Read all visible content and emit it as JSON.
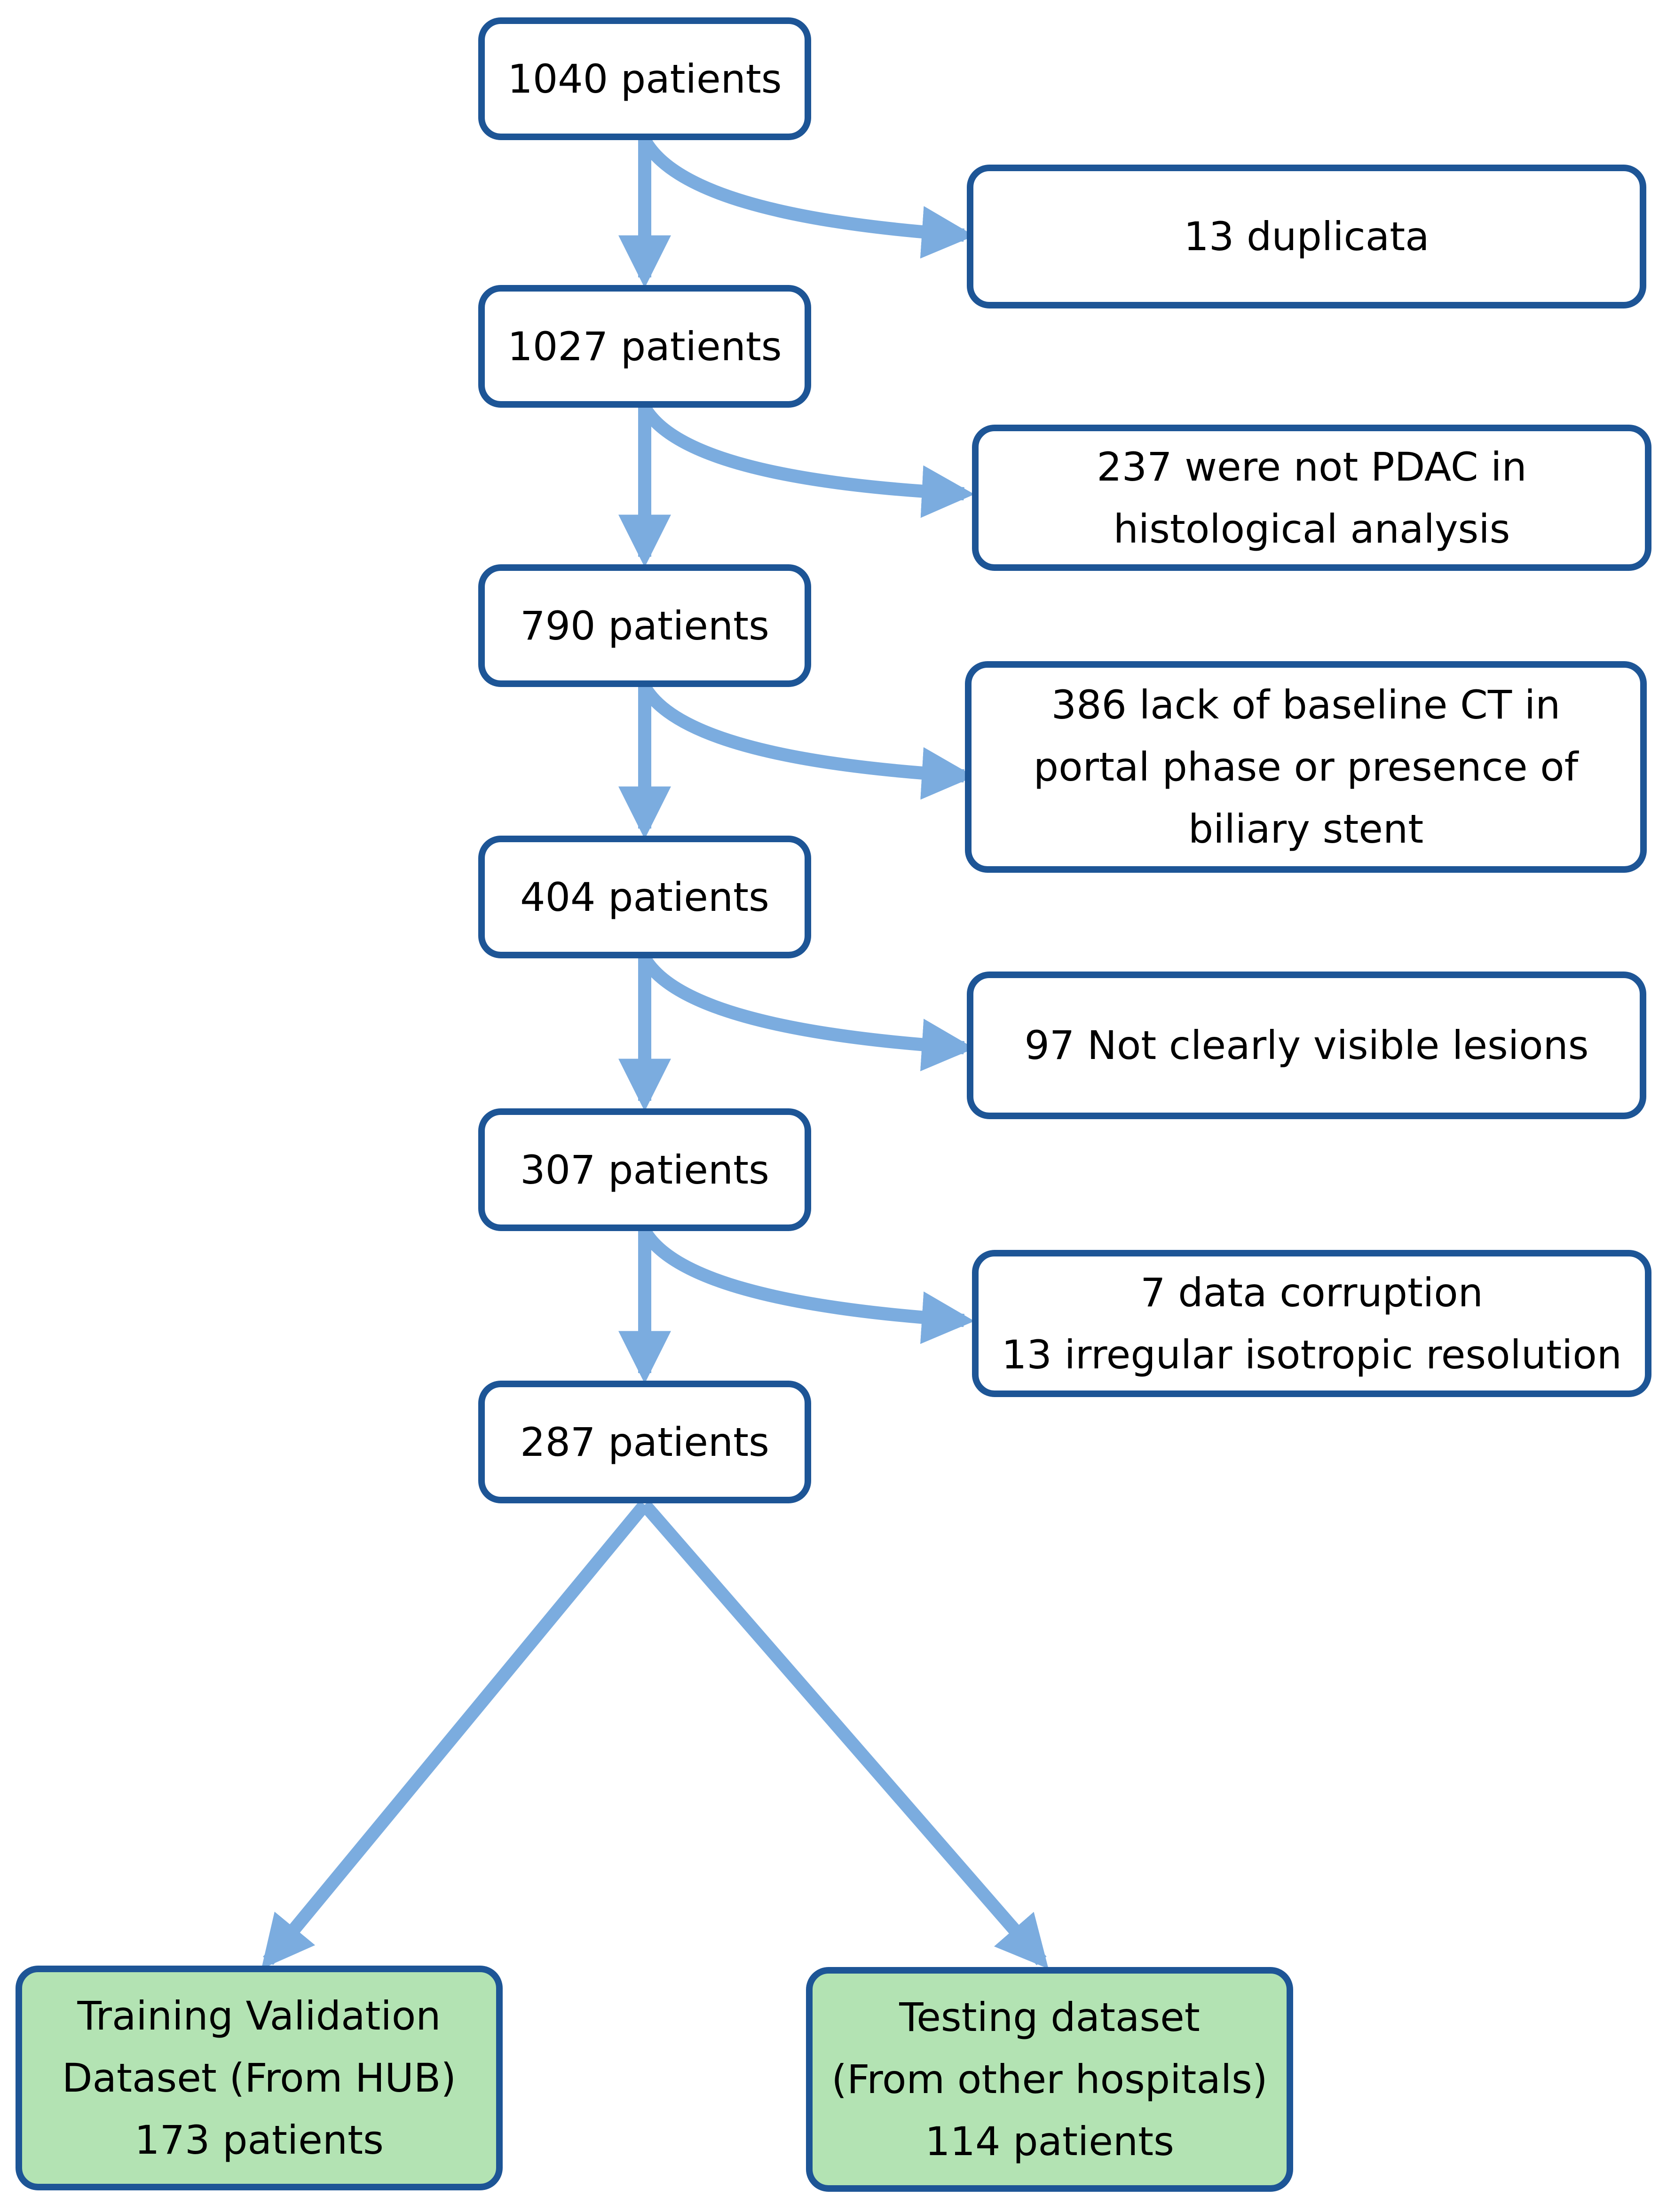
{
  "colors": {
    "box_border": "#1d5596",
    "arrow": "#7bacdf",
    "result_box_fill": "#b3e3b3",
    "box_fill": "#ffffff"
  },
  "main_steps": [
    {
      "label": "1040 patients"
    },
    {
      "label": "1027 patients"
    },
    {
      "label": "790 patients"
    },
    {
      "label": "404 patients"
    },
    {
      "label": "307 patients"
    },
    {
      "label": "287 patients"
    }
  ],
  "exclusions": [
    {
      "lines": [
        "13 duplicata"
      ]
    },
    {
      "lines": [
        "237 were not PDAC in",
        "histological analysis"
      ]
    },
    {
      "lines": [
        "386 lack of baseline CT in",
        "portal phase or presence of",
        "biliary stent"
      ]
    },
    {
      "lines": [
        "97 Not clearly visible lesions"
      ]
    },
    {
      "lines": [
        "7 data corruption",
        "13 irregular isotropic resolution"
      ]
    }
  ],
  "outcomes": [
    {
      "lines": [
        "Training Validation",
        "Dataset (From HUB)",
        "173 patients"
      ]
    },
    {
      "lines": [
        "Testing dataset",
        "(From other hospitals)",
        "114 patients"
      ]
    }
  ]
}
